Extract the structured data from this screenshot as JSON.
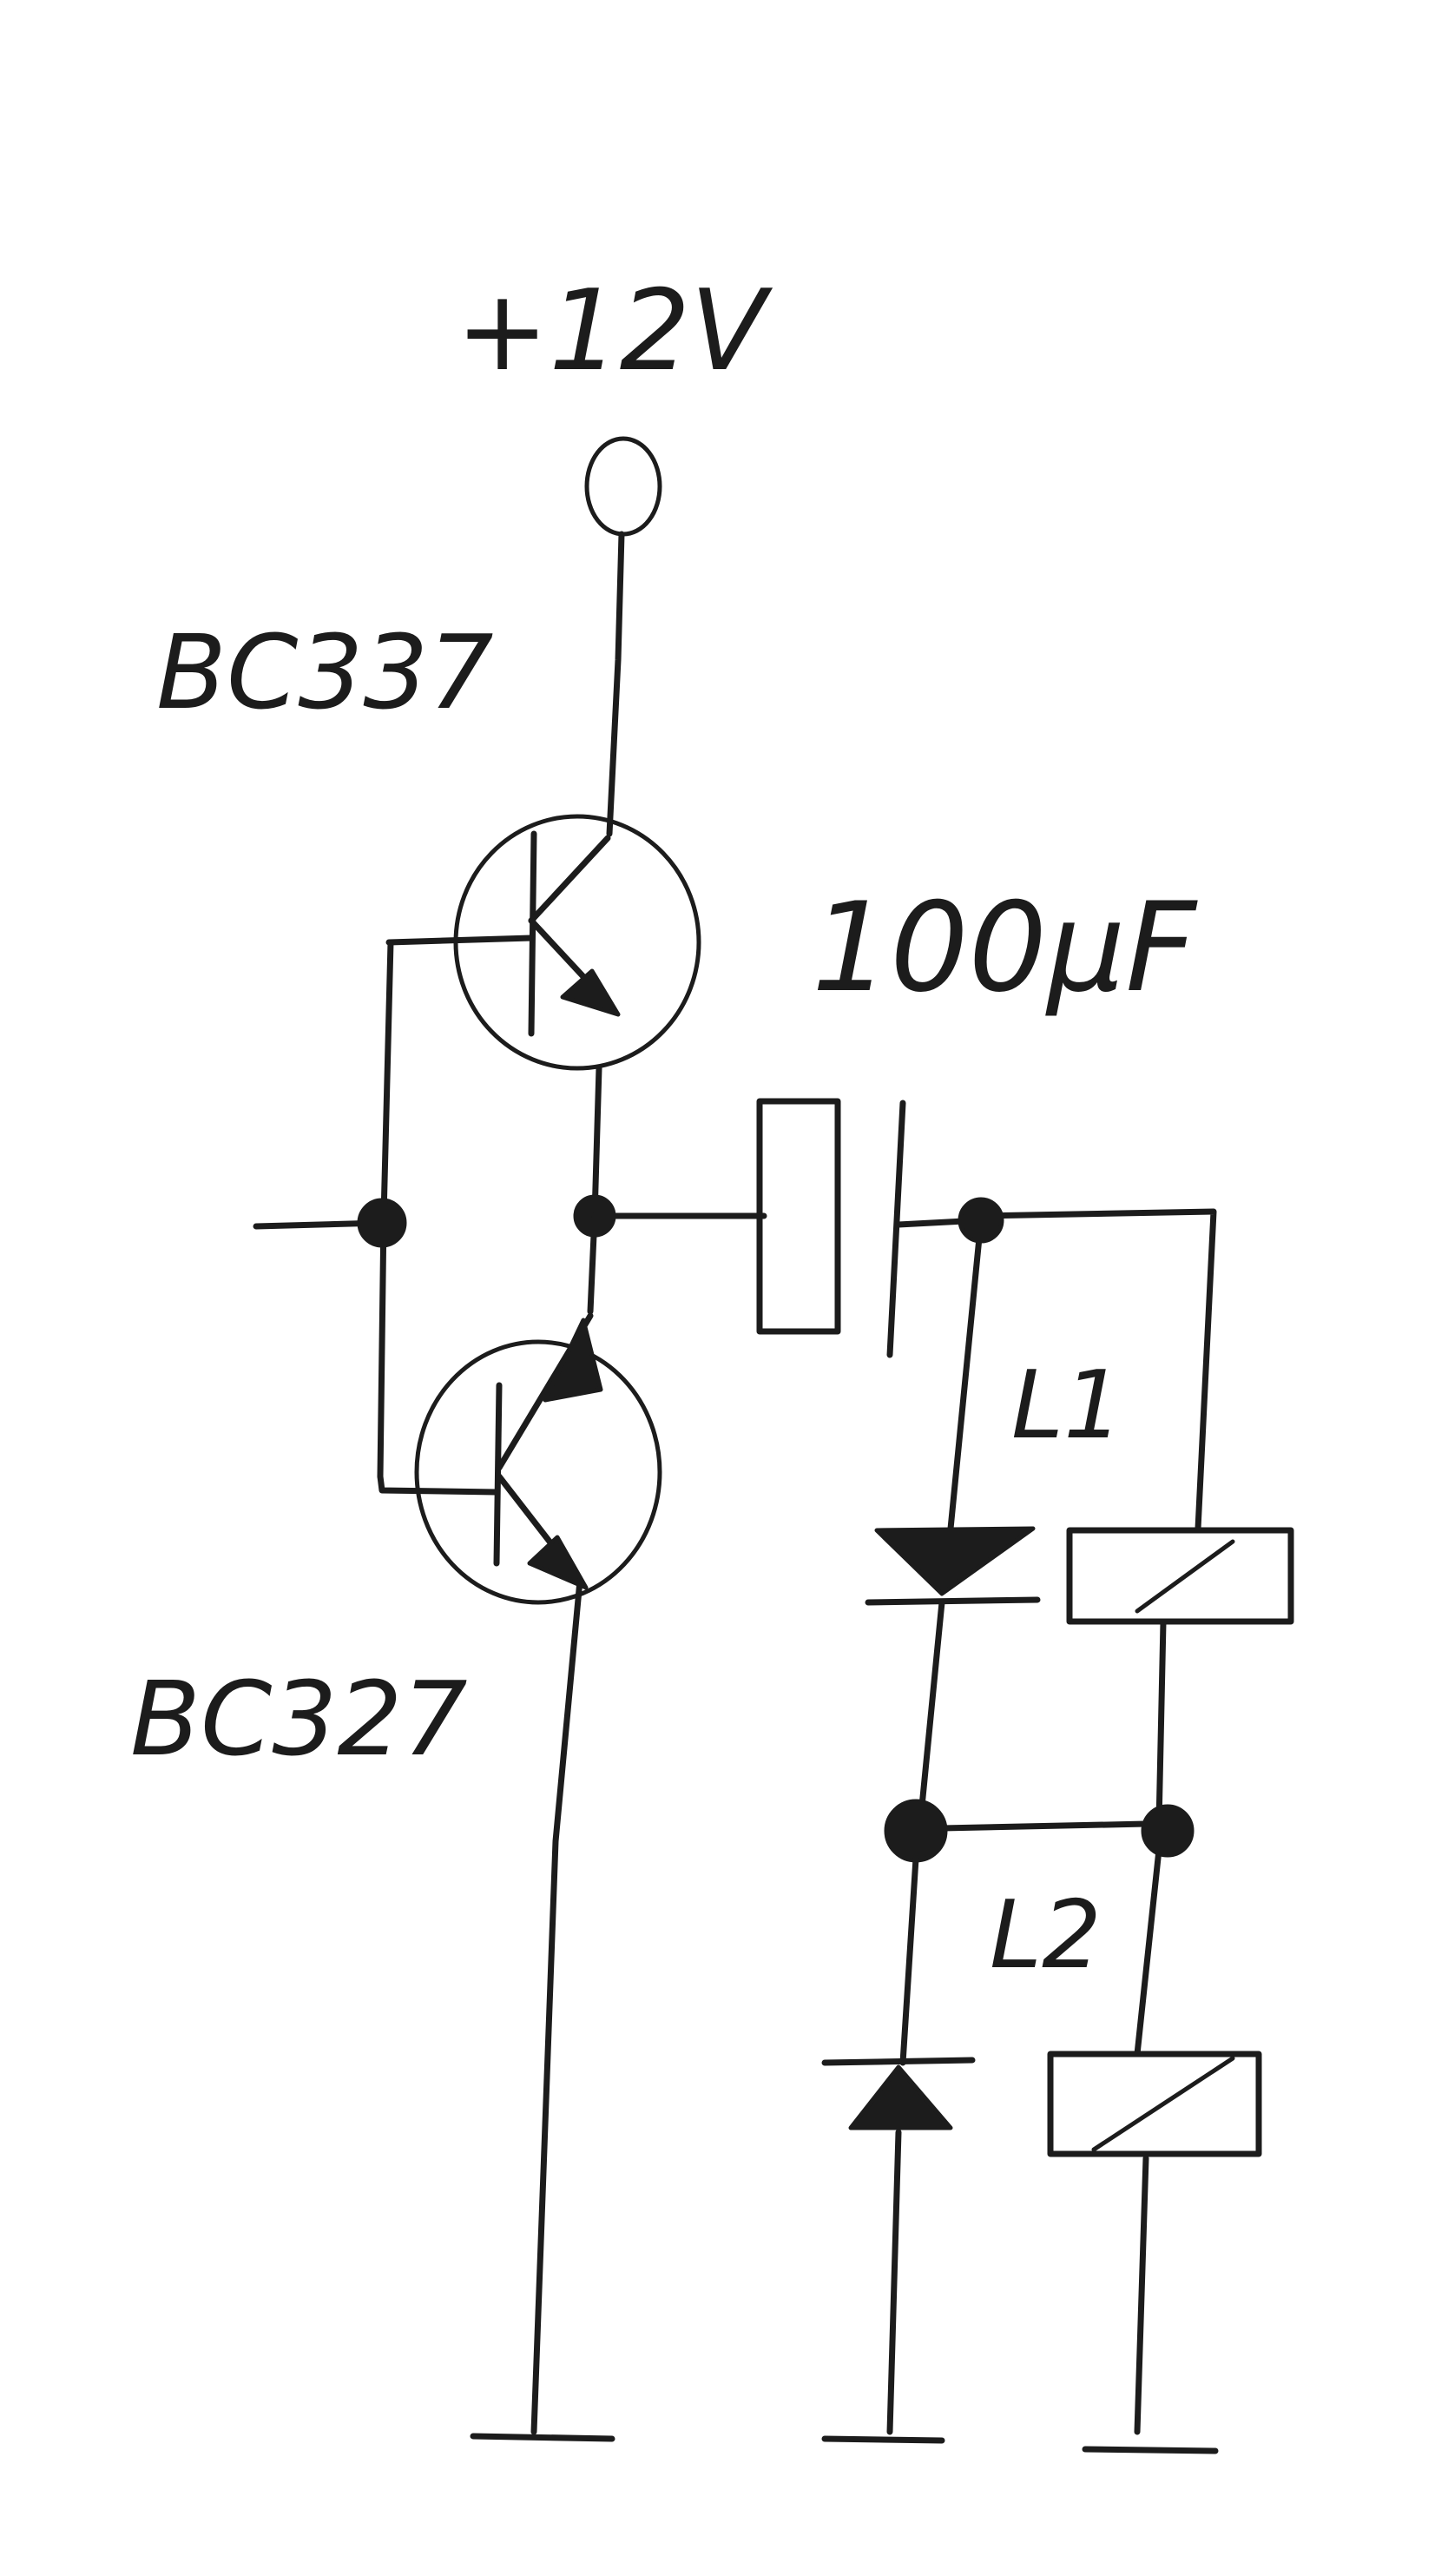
{
  "diagram": {
    "supply_label": "+12V",
    "upper_transistor_label": "BC337",
    "lower_transistor_label": "BC327",
    "capacitor_label": "100µF",
    "coil1_label": "L1",
    "coil2_label": "L2"
  }
}
